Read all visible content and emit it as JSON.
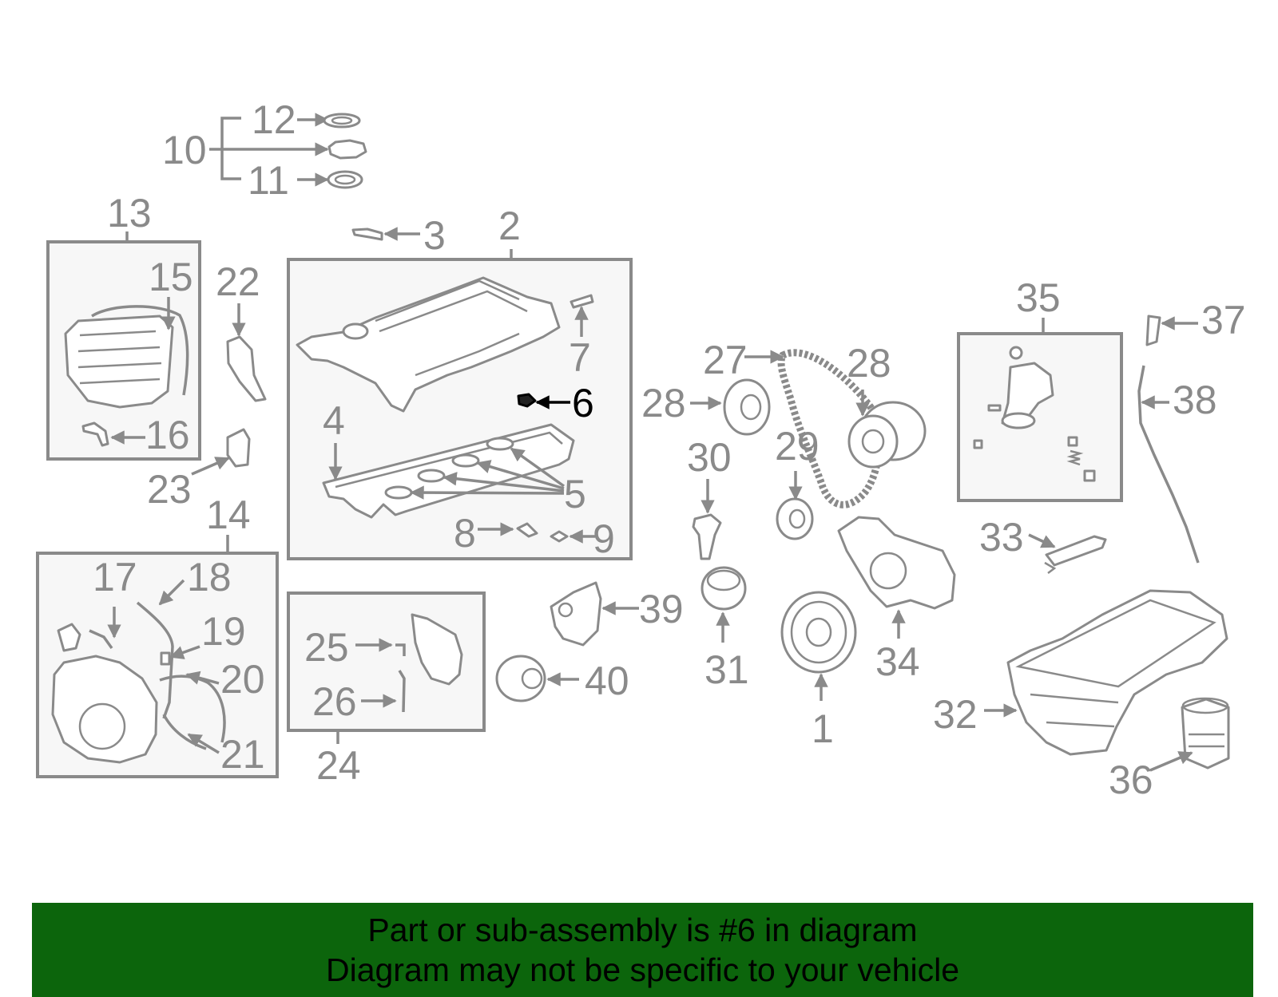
{
  "diagram": {
    "highlight_callout": "6",
    "callouts": [
      "1",
      "2",
      "3",
      "4",
      "5",
      "6",
      "7",
      "8",
      "9",
      "10",
      "11",
      "12",
      "13",
      "14",
      "15",
      "16",
      "17",
      "18",
      "19",
      "20",
      "21",
      "22",
      "23",
      "24",
      "25",
      "26",
      "27",
      "28",
      "28",
      "29",
      "30",
      "31",
      "32",
      "33",
      "34",
      "35",
      "36",
      "37",
      "38",
      "39",
      "40"
    ]
  },
  "banner": {
    "line1": "Part or sub-assembly is #6 in diagram",
    "line2": "Diagram may not be specific to your vehicle"
  },
  "colors": {
    "line_gray": "#8a8a8a",
    "highlight": "#000000",
    "banner_bg": "#0c650c",
    "box_fill": "#f7f7f7"
  }
}
